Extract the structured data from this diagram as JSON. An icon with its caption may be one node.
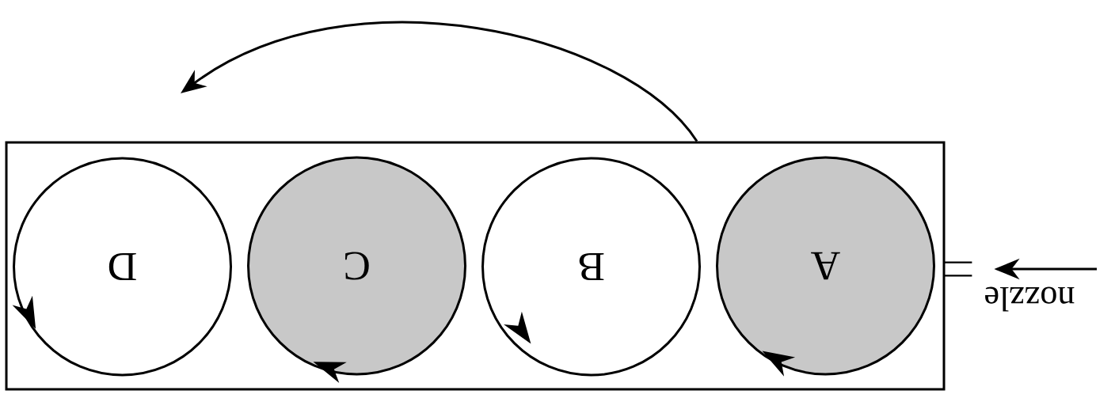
{
  "diagram": {
    "nodes": [
      {
        "text": [],
        "shape": "box"
      },
      {
        "text": [
          "D"
        ],
        "in": 0
      },
      {
        "text": [
          "C"
        ],
        "in": 0
      },
      {
        "text": [
          "B"
        ],
        "in": 0
      },
      {
        "text": [
          "A"
        ],
        "in": 0
      },
      {
        "text": [],
        "shape": "bar",
        "beside": [
          "nozzle"
        ]
      }
    ],
    "edges": [
      {
        "from": null,
        "to": 5,
        "arrow": "to"
      },
      {
        "from": 0,
        "to": null,
        "arrow": "to"
      }
    ]
  }
}
